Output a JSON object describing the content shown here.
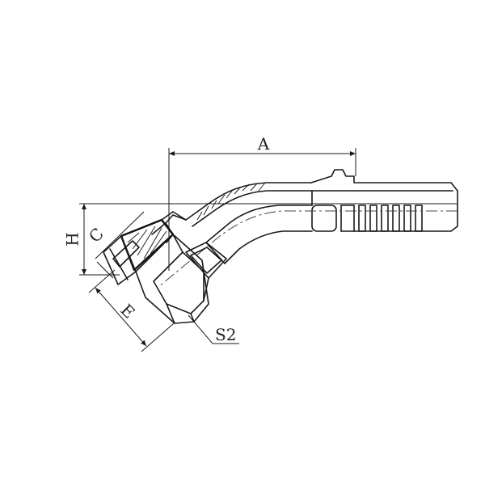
{
  "diagram": {
    "labels": {
      "A": "A",
      "H": "H",
      "C": "C",
      "E": "E",
      "S2": "S2"
    }
  }
}
